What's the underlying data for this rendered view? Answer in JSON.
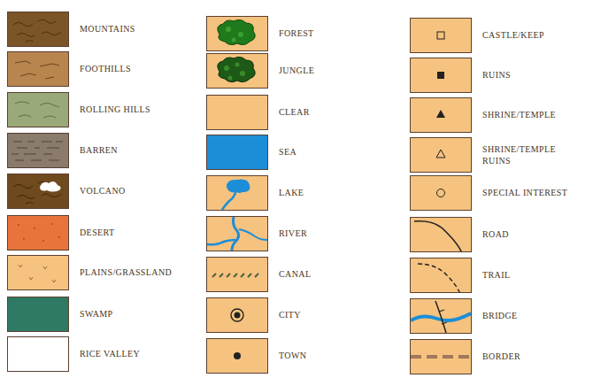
{
  "diagram": {
    "legend": [
      {
        "text": "MOUNTAINS"
      },
      {
        "text": "FOOTHILLS"
      },
      {
        "text": "ROLLING HILLS"
      },
      {
        "text": "BARREN"
      },
      {
        "text": "VOLCANO"
      },
      {
        "text": "DESERT"
      },
      {
        "text": "PLAINS/GRASSLAND"
      },
      {
        "text": "SWAMP",
        "color": "#2f7a64"
      },
      {
        "text": "RICE VALLEY",
        "color": "#ffffff"
      },
      {
        "text": "FOREST"
      },
      {
        "text": "JUNGLE"
      },
      {
        "text": "CLEAR",
        "color": "#f6c27f"
      },
      {
        "text": "SEA",
        "color": "#1c8ed8"
      },
      {
        "text": "LAKE"
      },
      {
        "text": "RIVER"
      },
      {
        "text": "CANAL"
      },
      {
        "text": "CITY"
      },
      {
        "text": "TOWN"
      },
      {
        "text": "CASTLE/KEEP"
      },
      {
        "text": "RUINS"
      },
      {
        "text": "SHRINE/TEMPLE"
      },
      {
        "text": "SHRINE/TEMPLE RUINS"
      },
      {
        "text": "SPECIAL INTEREST"
      },
      {
        "text": "ROAD"
      },
      {
        "text": "TRAIL"
      },
      {
        "text": "BRIDGE"
      },
      {
        "text": "BORDER"
      }
    ]
  }
}
